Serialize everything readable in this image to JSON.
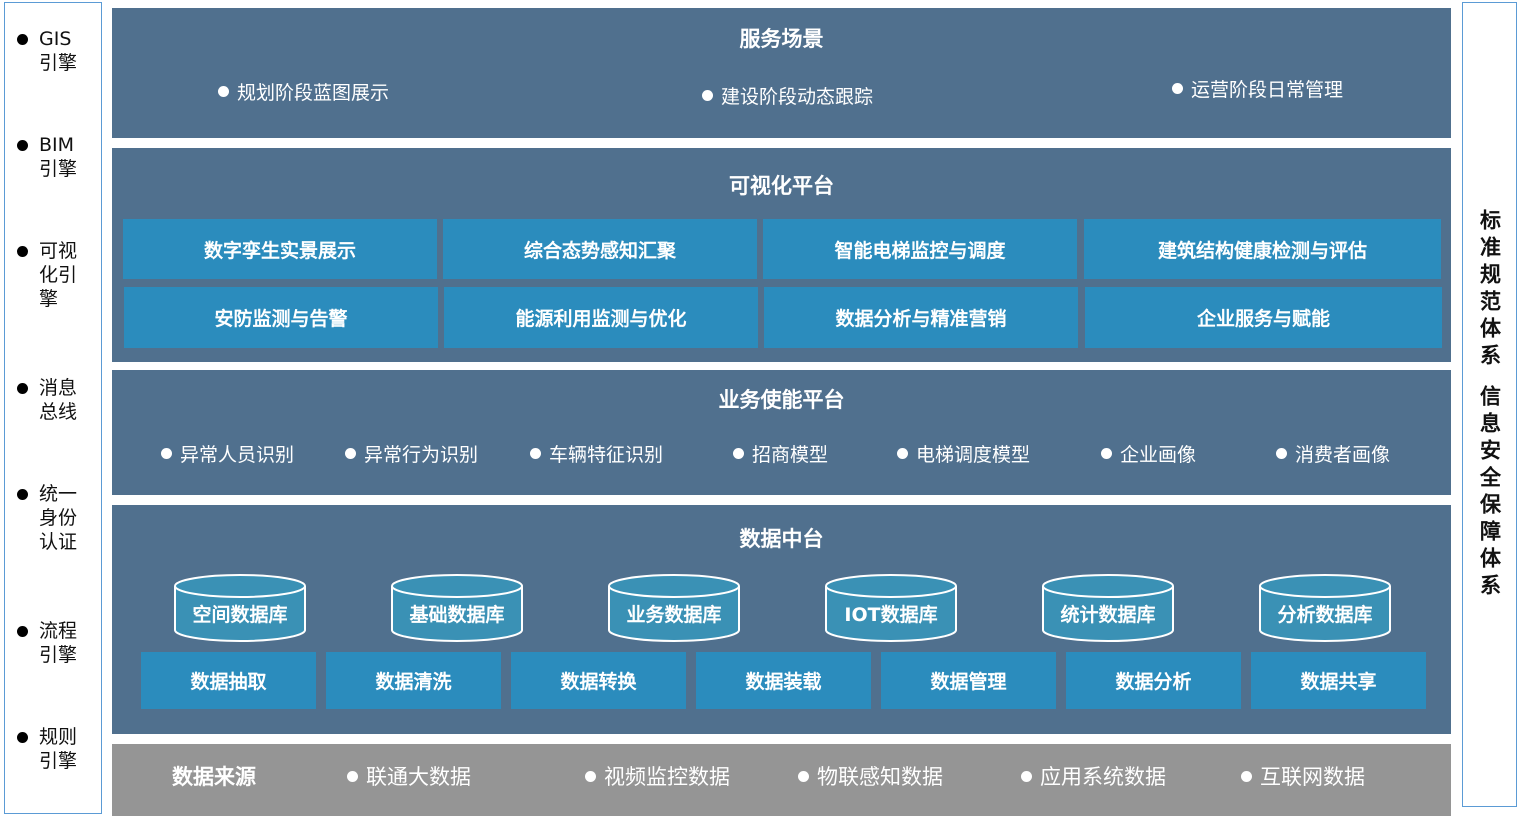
{
  "left_engines": [
    "GIS引擎",
    "BIM引擎",
    "可视化引擎",
    "消息总线",
    "统一身份认证",
    "流程引擎",
    "规则引擎"
  ],
  "right_label": {
    "standards": "标准规范体系",
    "security": "信息安全保障体系"
  },
  "service": {
    "title": "服务场景",
    "items": [
      "规划阶段蓝图展示",
      "建设阶段动态跟踪",
      "运营阶段日常管理"
    ]
  },
  "visual": {
    "title": "可视化平台",
    "items": [
      "数字孪生实景展示",
      "综合态势感知汇聚",
      "智能电梯监控与调度",
      "建筑结构健康检测与评估",
      "安防监测与告警",
      "能源利用监测与优化",
      "数据分析与精准营销",
      "企业服务与赋能"
    ]
  },
  "business": {
    "title": "业务使能平台",
    "items": [
      "异常人员识别",
      "异常行为识别",
      "车辆特征识别",
      "招商模型",
      "电梯调度模型",
      "企业画像",
      "消费者画像"
    ]
  },
  "data_center": {
    "title": "数据中台",
    "databases": [
      "空间数据库",
      "基础数据库",
      "业务数据库",
      "IOT数据库",
      "统计数据库",
      "分析数据库"
    ],
    "processes": [
      "数据抽取",
      "数据清洗",
      "数据转换",
      "数据装载",
      "数据管理",
      "数据分析",
      "数据共享"
    ]
  },
  "source": {
    "title": "数据来源",
    "items": [
      "联通大数据",
      "视频监控数据",
      "物联感知数据",
      "应用系统数据",
      "互联网数据"
    ]
  },
  "colors": {
    "panel": "#50708e",
    "box": "#2b8cbd",
    "cylinder": "#3a91b5",
    "source": "#959595",
    "border": "#5b9bd5"
  }
}
